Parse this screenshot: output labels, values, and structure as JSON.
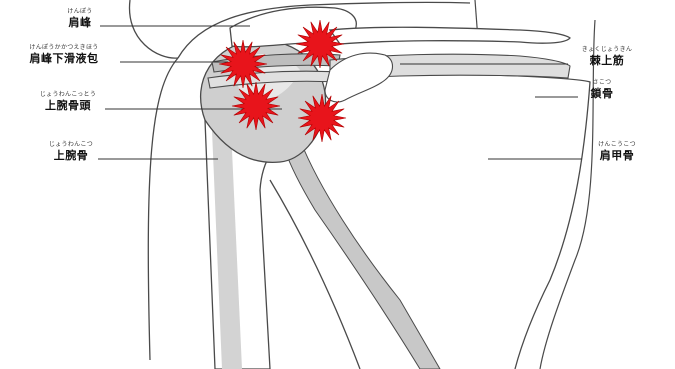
{
  "labels": {
    "acromion": {
      "ruby": "けんぽう",
      "text": "肩峰"
    },
    "subacromial_bursa": {
      "ruby": "けんぽうかかつえきほう",
      "text": "肩峰下滑液包"
    },
    "humeral_head": {
      "ruby": "じょうわんこっとう",
      "text": "上腕骨頭"
    },
    "humerus": {
      "ruby": "じょうわんこつ",
      "text": "上腕骨"
    },
    "supraspinatus": {
      "ruby": "きょくじょうきん",
      "text": "棘上筋"
    },
    "clavicle": {
      "ruby": "さこつ",
      "text": "鎖骨"
    },
    "scapula": {
      "ruby": "けんこうこつ",
      "text": "肩甲骨"
    }
  },
  "pain_markers": [
    {
      "name": "pain-marker-acromion"
    },
    {
      "name": "pain-marker-bursa"
    },
    {
      "name": "pain-marker-humeral-head"
    },
    {
      "name": "pain-marker-tendon"
    }
  ],
  "colors": {
    "outline": "#4a4a4a",
    "bone_shade": "#c8c8c8",
    "pain_marker": "#e8141b",
    "tendon": "#ececec"
  }
}
